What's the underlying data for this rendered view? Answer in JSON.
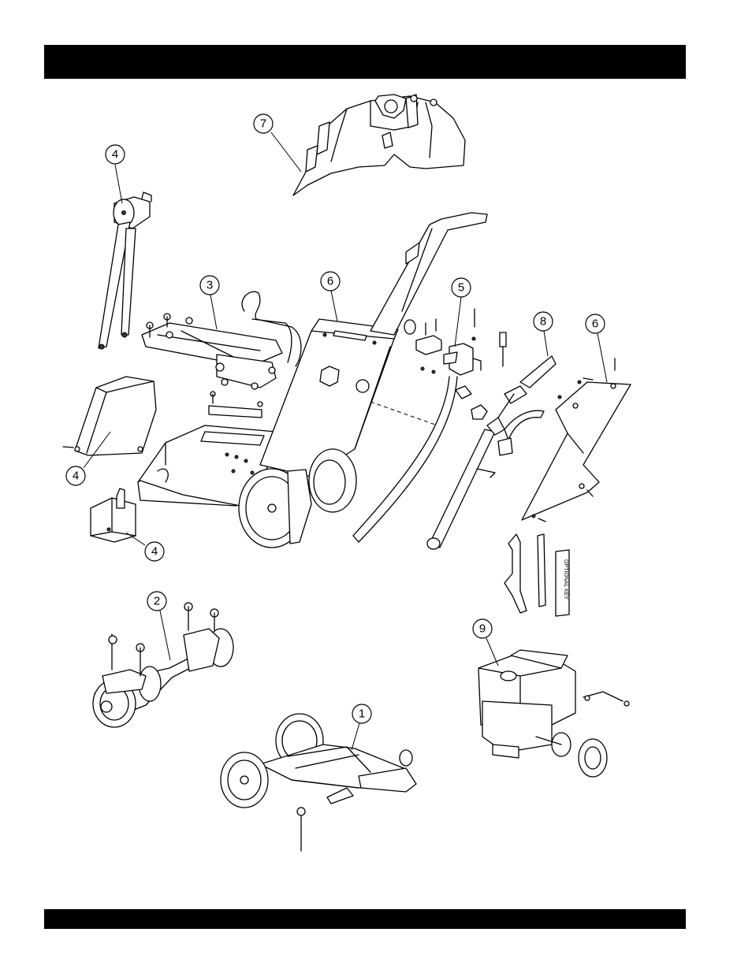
{
  "header": {
    "title": ""
  },
  "footer": {
    "text": ""
  },
  "callouts": [
    {
      "id": "c7",
      "label": "7"
    },
    {
      "id": "c4a",
      "label": "4"
    },
    {
      "id": "c3",
      "label": "3"
    },
    {
      "id": "c6a",
      "label": "6"
    },
    {
      "id": "c5",
      "label": "5"
    },
    {
      "id": "c8",
      "label": "8"
    },
    {
      "id": "c6b",
      "label": "6"
    },
    {
      "id": "c4b",
      "label": "4"
    },
    {
      "id": "c4c",
      "label": "4"
    },
    {
      "id": "c2",
      "label": "2"
    },
    {
      "id": "c9",
      "label": "9"
    },
    {
      "id": "c1",
      "label": "1"
    }
  ],
  "tool_text": "OPTIONAL KEY"
}
